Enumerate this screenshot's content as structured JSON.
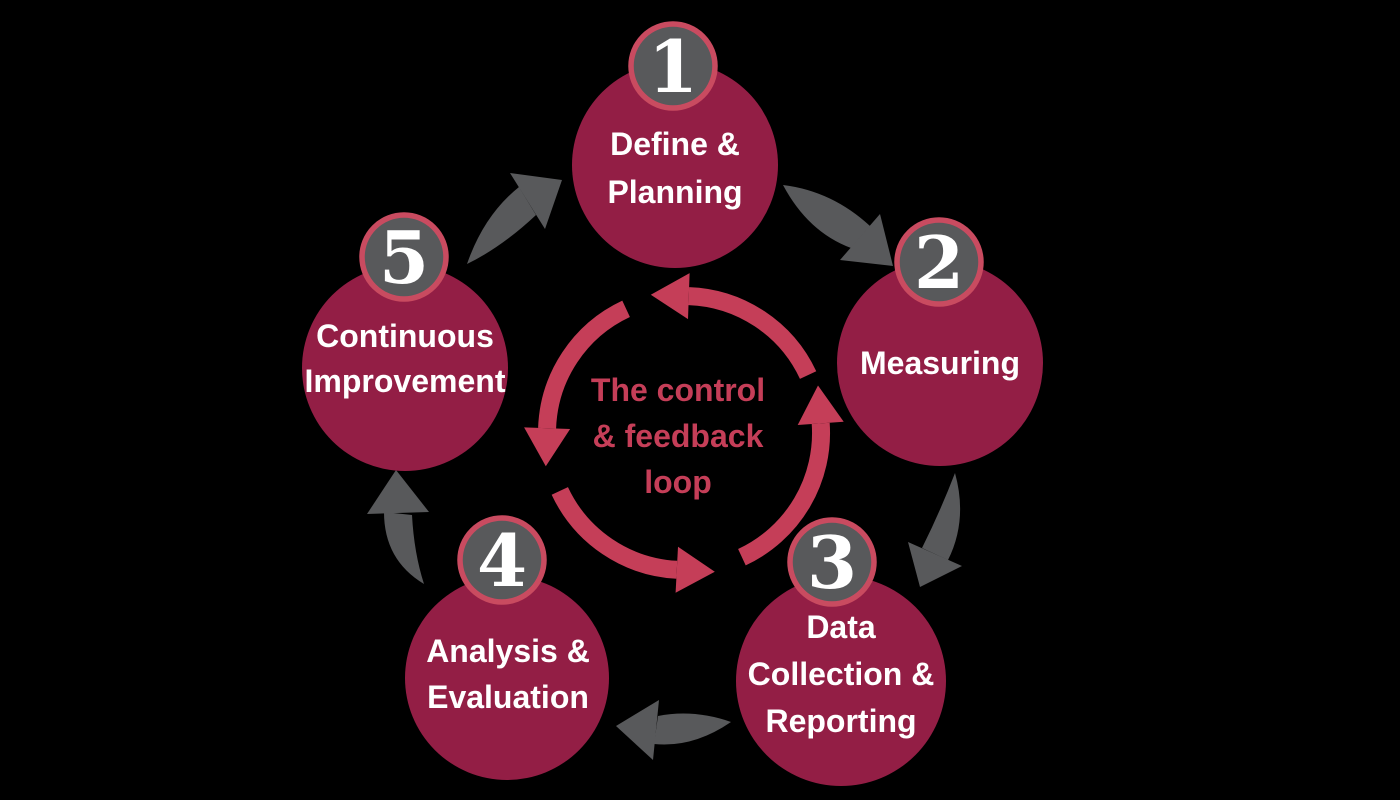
{
  "diagram": {
    "title": "The control & feedback loop",
    "center": {
      "lines": [
        "The control",
        "& feedback",
        "loop"
      ]
    },
    "steps": [
      {
        "number": "1",
        "label": "Define & Planning",
        "lines": [
          "Define &",
          "Planning"
        ]
      },
      {
        "number": "2",
        "label": "Measuring",
        "lines": [
          "Measuring"
        ]
      },
      {
        "number": "3",
        "label": "Data Collection & Reporting",
        "lines": [
          "Data",
          "Collection &",
          "Reporting"
        ]
      },
      {
        "number": "4",
        "label": "Analysis & Evaluation",
        "lines": [
          "Analysis &",
          "Evaluation"
        ]
      },
      {
        "number": "5",
        "label": "Continuous Improvement",
        "lines": [
          "Continuous",
          "Improvement"
        ]
      }
    ],
    "flow": "1 → 2 → 3 → 4 → 5 → 1 (clockwise outer cycle, counterclockwise inner loop)",
    "icons": {
      "outer_connector": "curved-swoosh-arrow",
      "inner_loop": "circular-loop-arrow"
    },
    "colors": {
      "background": "#000000",
      "node_fill": "#931E45",
      "badge_fill": "#58595B",
      "badge_ring": "#C94B60",
      "loop_accent": "#C53E58",
      "arrow_gray": "#58595B",
      "label_text": "#FFFFFF"
    }
  }
}
